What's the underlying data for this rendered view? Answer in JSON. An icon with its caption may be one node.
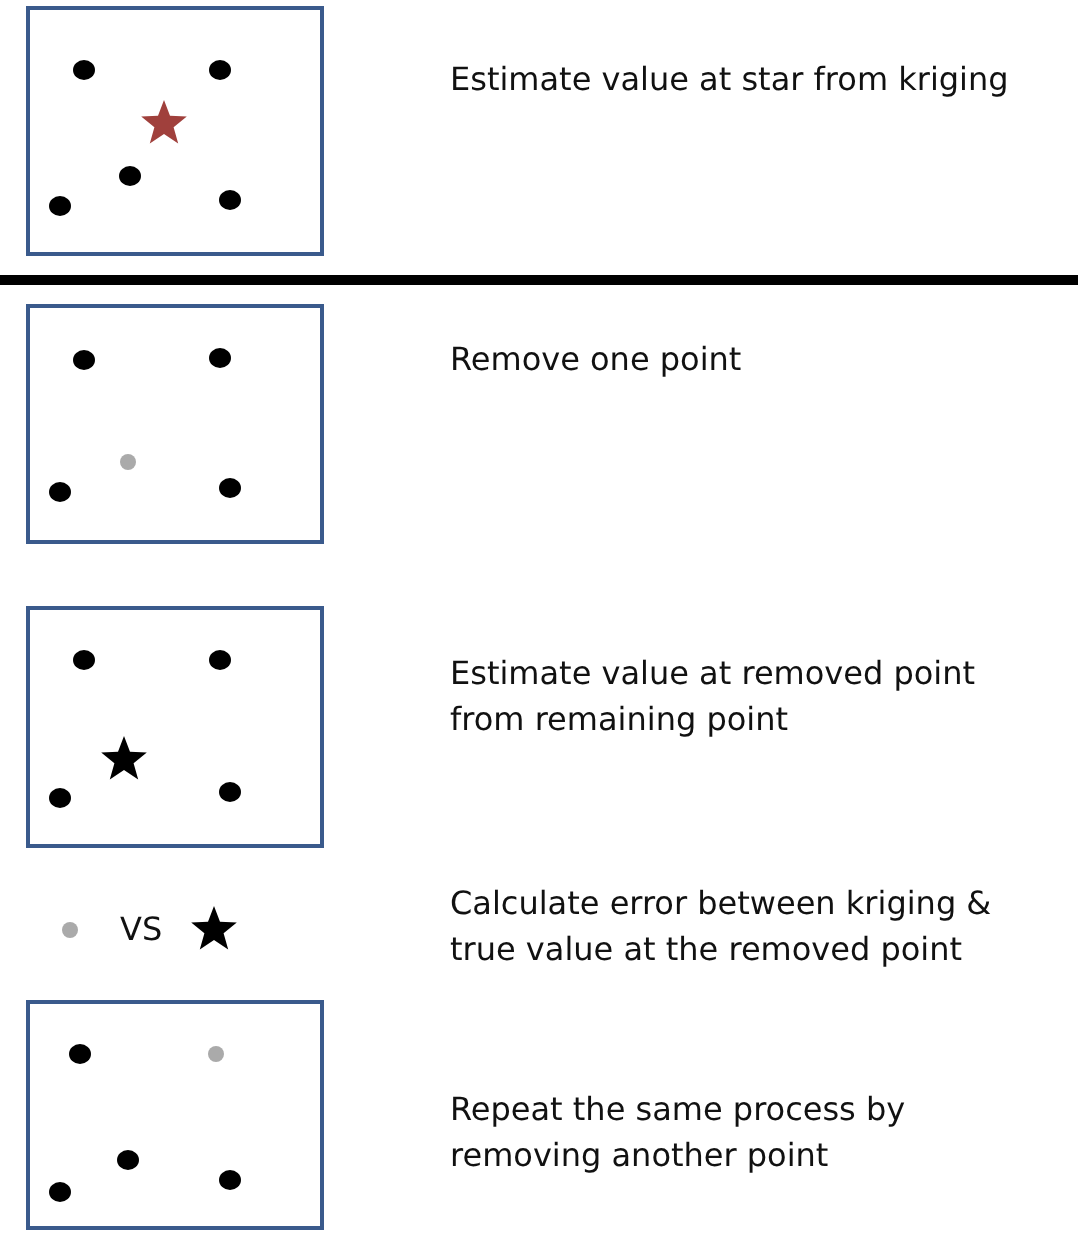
{
  "diagram": {
    "labels": [
      "Estimate value at star from kriging",
      "Remove one point",
      "Estimate value at removed point from remaining point",
      "VS",
      "Calculate error between kriging & true value at the removed point",
      "Repeat the same process by removing another point"
    ]
  }
}
